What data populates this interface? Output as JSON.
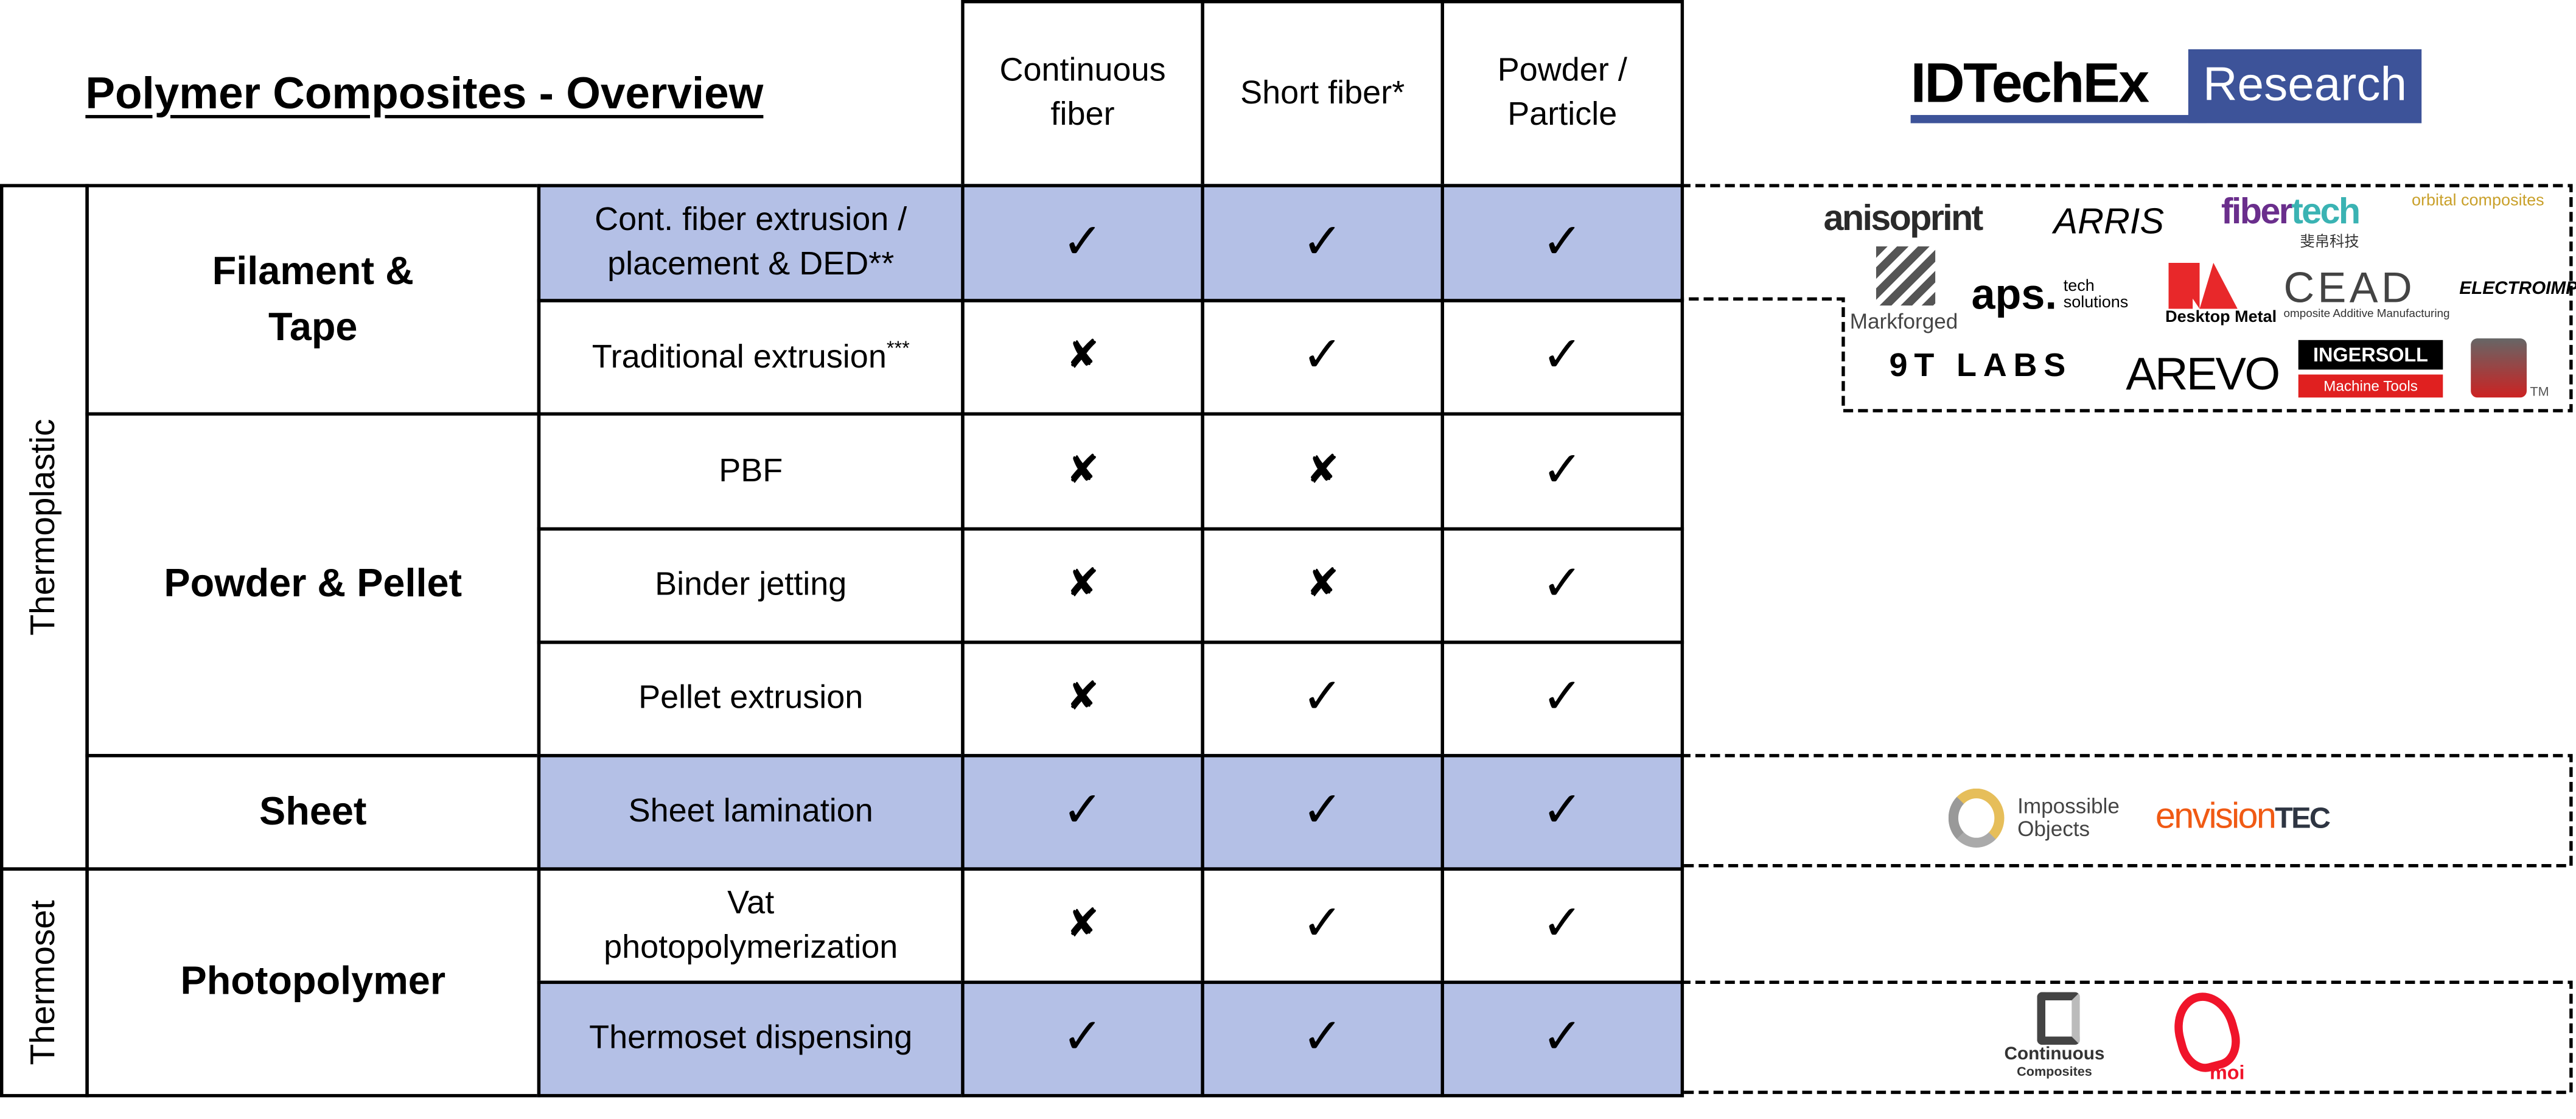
{
  "title": "Polymer Composites - Overview",
  "brand": {
    "name": "IDTechEx",
    "tag": "Research",
    "color": "#3d5399"
  },
  "columns": [
    "Continuous fiber",
    "Short fiber*",
    "Powder / Particle"
  ],
  "material_groups": [
    {
      "label": "Thermoplastic"
    },
    {
      "label": "Thermoset"
    }
  ],
  "categories": [
    "Filament & Tape",
    "Powder & Pellet",
    "Sheet",
    "Photopolymer"
  ],
  "rows": [
    {
      "process": "Cont. fiber extrusion / placement & DED",
      "footnote": "**",
      "highlight": true,
      "values": [
        "yes",
        "yes",
        "yes"
      ]
    },
    {
      "process": "Traditional extrusion",
      "footnote": "***",
      "highlight": false,
      "values": [
        "no",
        "yes",
        "yes"
      ]
    },
    {
      "process": "PBF",
      "footnote": "",
      "highlight": false,
      "values": [
        "no",
        "no",
        "yes"
      ]
    },
    {
      "process": "Binder jetting",
      "footnote": "",
      "highlight": false,
      "values": [
        "no",
        "no",
        "yes"
      ]
    },
    {
      "process": "Pellet extrusion",
      "footnote": "",
      "highlight": false,
      "values": [
        "no",
        "yes",
        "yes"
      ]
    },
    {
      "process": "Sheet lamination",
      "footnote": "",
      "highlight": true,
      "values": [
        "yes",
        "yes",
        "yes"
      ]
    },
    {
      "process": "Vat photopolymerization",
      "footnote": "",
      "highlight": false,
      "values": [
        "no",
        "yes",
        "yes"
      ]
    },
    {
      "process": "Thermoset dispensing",
      "footnote": "",
      "highlight": true,
      "values": [
        "yes",
        "yes",
        "yes"
      ]
    }
  ],
  "symbols": {
    "yes": "✓",
    "no": "✘"
  },
  "highlight_color": "#b4c0e6",
  "logos": {
    "filament": [
      "anisoprint",
      "ARRIS",
      "fibertech",
      "orbital composites",
      "Markforged",
      "aps.",
      "tech solutions",
      "Desktop Metal",
      "CEAD",
      "omposite Additive Manufacturing",
      "ELECTROIMPACT",
      "9T LABS",
      "AREVO",
      "INGERSOLL",
      "Machine Tools",
      "TM",
      "斐帛科技"
    ],
    "sheet": [
      "Impossible",
      "Objects",
      "envision",
      "TEC"
    ],
    "thermoset": [
      "Continuous",
      "Composites",
      "moi"
    ]
  }
}
